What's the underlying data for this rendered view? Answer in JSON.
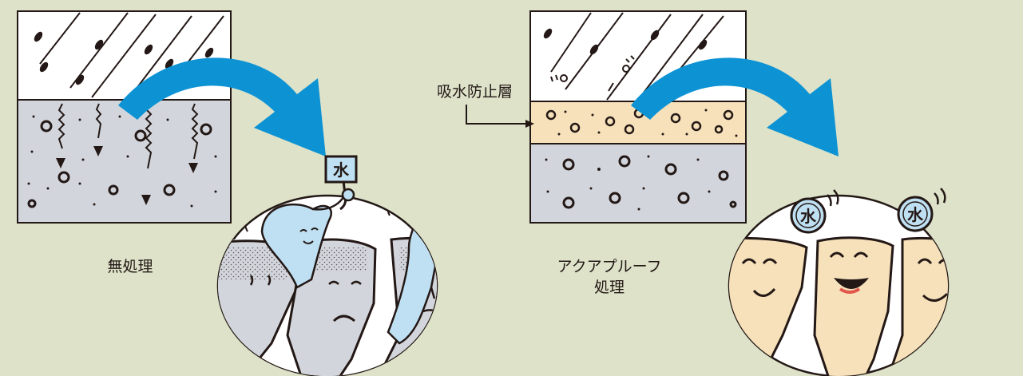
{
  "labels": {
    "untreated": "無処理",
    "treated_line1": "アクアプルーフ",
    "treated_line2": "処理",
    "absorption_barrier": "吸水防止層"
  },
  "badges": {
    "sign": "水",
    "bubble_left": "水",
    "bubble_right": "水"
  },
  "icons": [
    "rain-drop-icon",
    "curved-arrow-icon",
    "happy-face-icon",
    "sad-face-icon",
    "water-sign-icon",
    "water-bubble-icon"
  ],
  "colors": {
    "background": "#dde2c9",
    "sky": "#ffffff",
    "concrete": "#d2d6dc",
    "barrier_layer": "#f7e1bb",
    "arrow": "#0d93d4",
    "water": "#bfe0f2",
    "outline": "#231815"
  }
}
